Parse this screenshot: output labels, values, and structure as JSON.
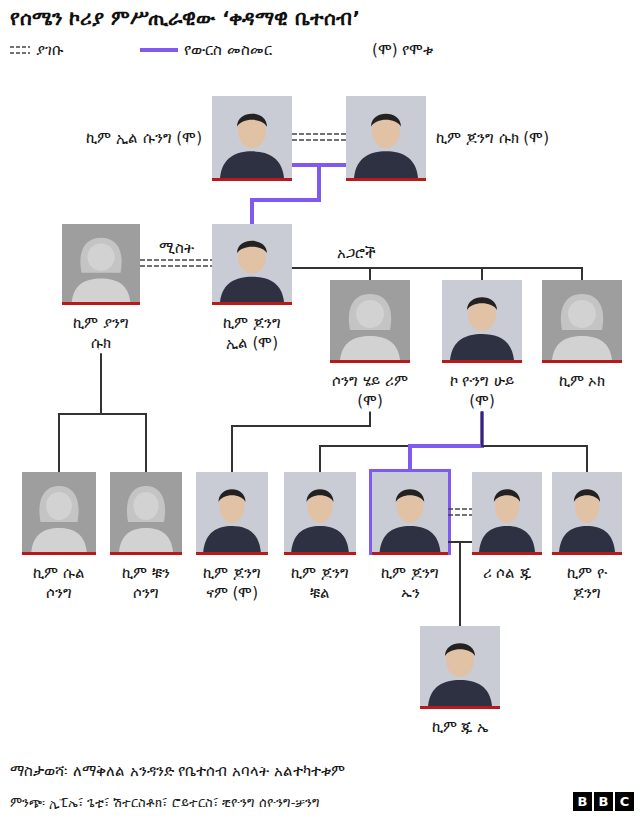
{
  "diagram": {
    "title": "የሰሜን ኮሪያ ምሥጢራዊው ‘ቀዳማዊ ቤተሰብ’",
    "caption": "ማስታወሻ፡ ለማቅለል አንዳንድ የቤተሰብ አባላት አልተካተቱም",
    "nodes": [
      {
        "text": [
          "ኪም ኢል ሱንግ (ሞ)"
        ]
      },
      {
        "text": [
          "ኪም ጆንግ ሱክ (ሞ)"
        ]
      },
      {
        "text": [
          "ኪም ያንግ ሱክ"
        ]
      },
      {
        "text": [
          "ኪም ጆንግ ኢል (ሞ)"
        ]
      },
      {
        "text": [
          "ሶንግ ሄይ ሪም (ሞ)"
        ]
      },
      {
        "text": [
          "ኮ ዮንግ ሁይ (ሞ)"
        ]
      },
      {
        "text": [
          "ኪም ኦክ"
        ]
      },
      {
        "text": [
          "ኪም ሱል ሶንግ"
        ]
      },
      {
        "text": [
          "ኪም ቹን ሶንግ"
        ]
      },
      {
        "text": [
          "ኪም ጆንግ ናም (ሞ)"
        ]
      },
      {
        "text": [
          "ኪም ጆንግ ቹል"
        ]
      },
      {
        "text": [
          "ኪም ጆንግ ኡን"
        ]
      },
      {
        "text": [
          "ሪ ሶል ጁ"
        ]
      },
      {
        "text": [
          "ኪም ዮ ጆንግ"
        ]
      },
      {
        "text": [
          "ኪም ጁ ኤ"
        ]
      }
    ],
    "edges": [
      {
        "from": 0,
        "to": 1,
        "arrow": "none"
      },
      {
        "from": 0,
        "to": 3,
        "arrow": "none"
      },
      {
        "from": 1,
        "to": 3,
        "arrow": "none"
      },
      {
        "from": 2,
        "to": 3,
        "label": "ሚስት",
        "arrow": "none"
      },
      {
        "from": 3,
        "to": 4,
        "label": "አጋሮች",
        "arrow": "none"
      },
      {
        "from": 3,
        "to": 5,
        "arrow": "none"
      },
      {
        "from": 3,
        "to": 6,
        "arrow": "none"
      },
      {
        "from": 2,
        "to": 7,
        "arrow": "none"
      },
      {
        "from": 2,
        "to": 8,
        "arrow": "none"
      },
      {
        "from": 4,
        "to": 9,
        "arrow": "none"
      },
      {
        "from": 5,
        "to": 10,
        "arrow": "none"
      },
      {
        "from": 5,
        "to": 11,
        "arrow": "none"
      },
      {
        "from": 5,
        "to": 13,
        "arrow": "none"
      },
      {
        "from": 11,
        "to": 12,
        "arrow": "none"
      },
      {
        "from": 11,
        "to": 14,
        "arrow": "none"
      },
      {
        "from": 12,
        "to": 14,
        "arrow": "none"
      }
    ],
    "labels": [
      "(ሞ)",
      "ምንጭ፡ ኢፒኤ፣ ጌቲ፣ ሽተርስቶክ፣ ሮይተርስ፣ ቺዮንግ ሰዮንግ-ቻንግ",
      "B",
      "B",
      "C"
    ],
    "legend": [
      {
        "text": "ያገቡ"
      },
      {
        "text": "የውርስ መስመር"
      },
      {
        "text": "የሞቱ"
      }
    ]
  }
}
